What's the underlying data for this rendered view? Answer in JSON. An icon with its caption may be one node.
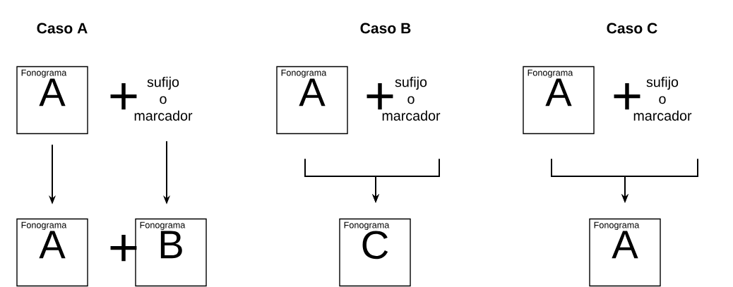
{
  "diagram": {
    "nodes": [
      {
        "text": [
          "Fonograma",
          "A"
        ]
      },
      {
        "text": [
          "sufijo o marcador"
        ]
      },
      {
        "text": [
          "Fonograma",
          "A"
        ]
      },
      {
        "text": [
          "Fonograma",
          "B"
        ]
      },
      {
        "text": [
          "Fonograma",
          "A"
        ]
      },
      {
        "text": [
          "sufijo o marcador"
        ]
      },
      {
        "text": [
          "Fonograma",
          "C"
        ]
      },
      {
        "text": [
          "Fonograma",
          "A"
        ]
      },
      {
        "text": [
          "sufijo o marcador"
        ]
      },
      {
        "text": [
          "Fonograma",
          "A"
        ]
      }
    ],
    "edges": [
      {
        "from": 0,
        "to": 2,
        "arrow": "to"
      },
      {
        "from": 1,
        "to": 3,
        "arrow": "to"
      },
      {
        "from": 4,
        "to": 6,
        "arrow": "to"
      },
      {
        "from": 5,
        "to": 6,
        "arrow": "to"
      },
      {
        "from": 7,
        "to": 9,
        "arrow": "to"
      },
      {
        "from": 8,
        "to": 9,
        "arrow": "to"
      }
    ],
    "labels": [
      "Caso A",
      "Caso B",
      "Caso C",
      "+",
      "+",
      "+",
      "+"
    ]
  }
}
